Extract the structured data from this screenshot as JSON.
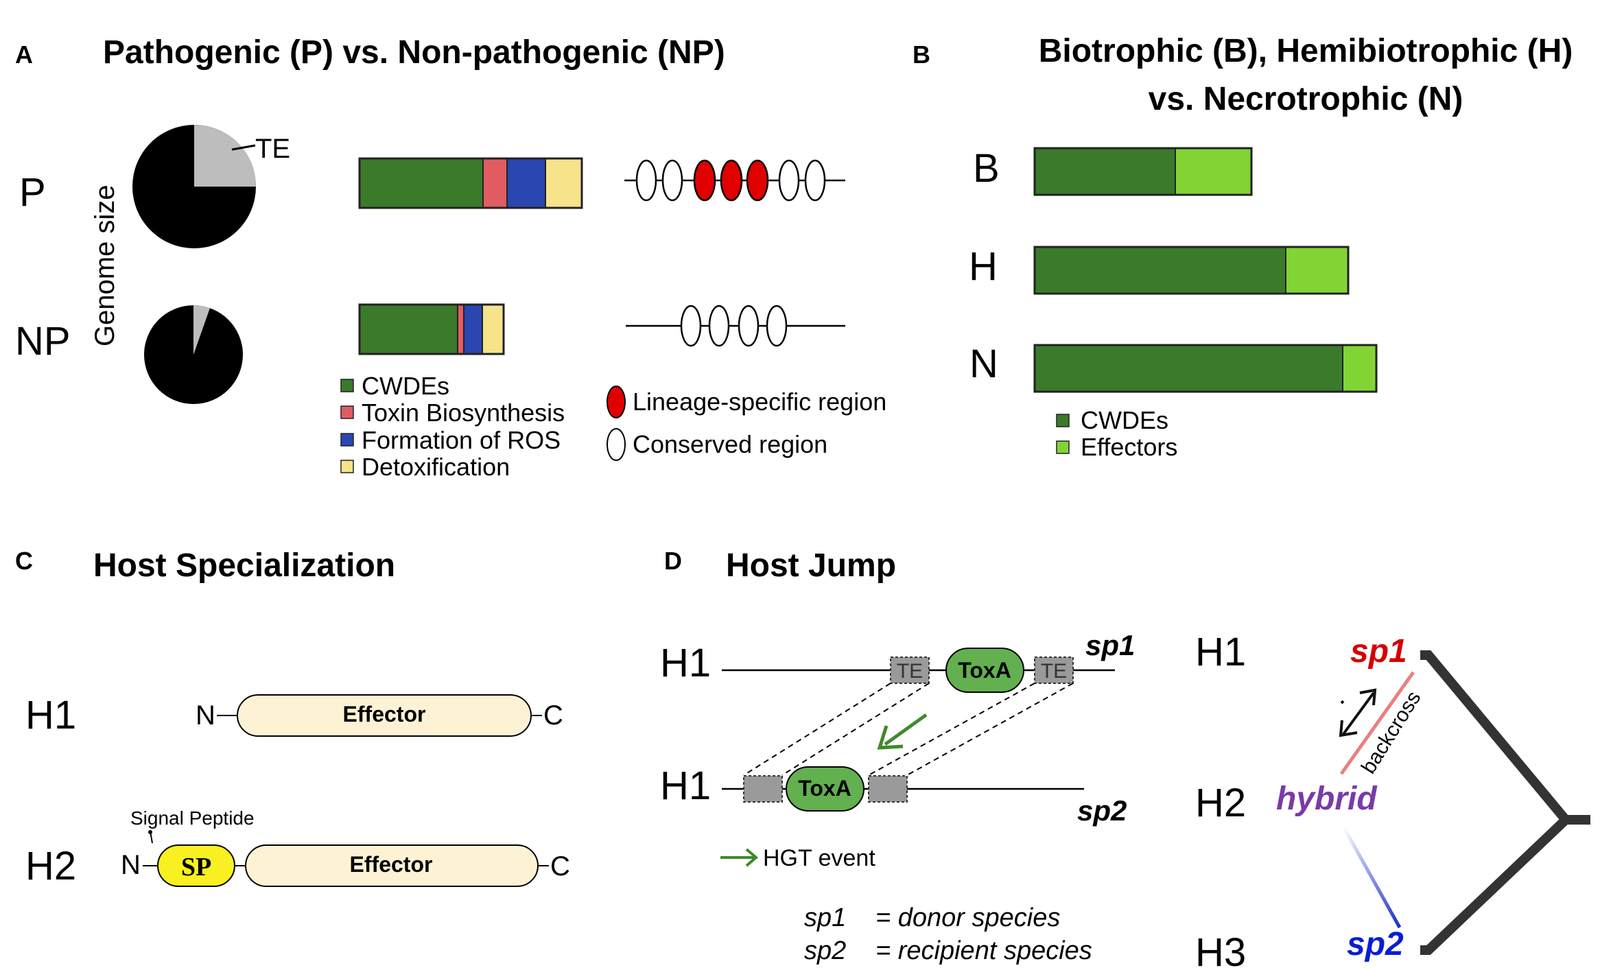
{
  "panel_a": {
    "letter": "A",
    "title": "Pathogenic (P) vs. Non-pathogenic (NP)",
    "row_p": "P",
    "row_np": "NP",
    "axis_label": "Genome size",
    "te_label": "TE",
    "legend": {
      "cwde": "CWDEs",
      "toxin": "Toxin Biosynthesis",
      "ros": "Formation of ROS",
      "detox": "Detoxification",
      "lineage": "Lineage-specific region",
      "conserved": "Conserved region"
    },
    "colors": {
      "cwde": "#3a7a2a",
      "toxin": "#e05c62",
      "ros": "#2a46b0",
      "detox": "#f7e38a",
      "lineage": "#e00000"
    }
  },
  "panel_b": {
    "letter": "B",
    "title_line1": "Biotrophic (B), Hemibiotrophic (H)",
    "title_line2": "vs. Necrotrophic (N)",
    "rows": [
      {
        "label": "B"
      },
      {
        "label": "H"
      },
      {
        "label": "N"
      }
    ],
    "legend": {
      "cwde": "CWDEs",
      "effector": "Effectors"
    },
    "colors": {
      "cwde": "#3a7a2a",
      "effector": "#82d435"
    }
  },
  "panel_c": {
    "letter": "C",
    "title": "Host Specialization",
    "row1": "H1",
    "row2": "H2",
    "n_term": "N",
    "c_term": "C",
    "effector": "Effector",
    "signal_peptide": "Signal Peptide",
    "sp": "SP"
  },
  "panel_d": {
    "letter": "D",
    "title": "Host Jump",
    "h1_top": "H1",
    "h1_bottom": "H1",
    "te": "TE",
    "toxa": "ToxA",
    "sp1": "sp1",
    "sp2": "sp2",
    "hgt_event": "HGT event",
    "legend_sp1": "sp1",
    "legend_sp1_desc": "= donor species",
    "legend_sp2": "sp2",
    "legend_sp2_desc": "= recipient species",
    "tree_h1": "H1",
    "tree_h2": "H2",
    "tree_h3": "H3",
    "tree_sp1": "sp1",
    "tree_hybrid": "hybrid",
    "tree_sp2": "sp2",
    "backcross": "backcross",
    "colors": {
      "toxa": "#62b04f",
      "te_box": "#9a9a9a",
      "arrow": "#3f8a2a",
      "sp1": "#d40000",
      "hybrid": "#7a3aa8",
      "sp2": "#0a1ed0"
    }
  }
}
